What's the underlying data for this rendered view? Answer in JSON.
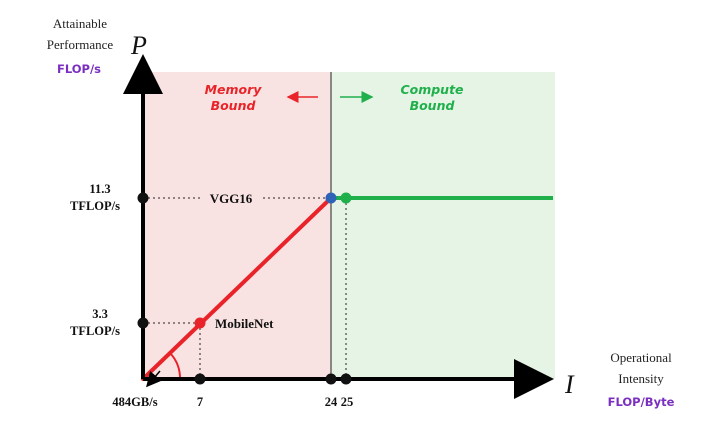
{
  "y_axis": {
    "caption_line1": "Attainable",
    "caption_line2": "Performance",
    "symbol": "P",
    "unit": "FLOP/s"
  },
  "x_axis": {
    "caption_line1": "Operational",
    "caption_line2": "Intensity",
    "symbol": "I",
    "unit": "FLOP/Byte"
  },
  "regions": {
    "memory_line1": "Memory",
    "memory_line2": "Bound",
    "compute_line1": "Compute",
    "compute_line2": "Bound"
  },
  "ticks": {
    "y_high_value": "11.3",
    "y_high_unit": "TFLOP/s",
    "y_low_value": "3.3",
    "y_low_unit": "TFLOP/s",
    "x_7": "7",
    "x_24": "24",
    "x_25": "25",
    "slope": "484GB/s"
  },
  "points": {
    "vgg": "VGG16",
    "mobilenet": "MobileNet"
  },
  "colors": {
    "memory_bg": "#f9e3e2",
    "compute_bg": "#e6f4e6",
    "memory": "#e8242a",
    "compute": "#1fb04b",
    "label_purple": "#7b2fc0",
    "ridge": "#2e63b8"
  }
}
